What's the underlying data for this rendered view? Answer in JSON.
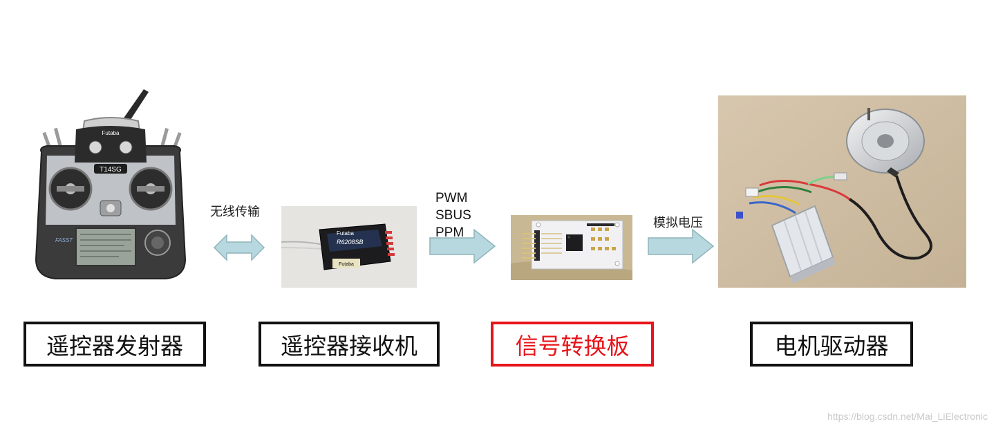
{
  "colors": {
    "arrow_fill": "#b7d8de",
    "arrow_stroke": "#8fb3bb",
    "highlight": "#e8141b",
    "border": "#111111"
  },
  "components": [
    {
      "label": "遥控器发射器",
      "icon": "rc-transmitter-icon",
      "highlight": false
    },
    {
      "label": "遥控器接收机",
      "icon": "rc-receiver-icon",
      "highlight": false
    },
    {
      "label": "信号转换板",
      "icon": "signal-converter-board-icon",
      "highlight": true
    },
    {
      "label": "电机驱动器",
      "icon": "motor-driver-icon",
      "highlight": false
    }
  ],
  "transmitter": {
    "brand": "Futaba",
    "model": "T14SG"
  },
  "receiver": {
    "brand": "Futaba",
    "model": "R6208SB"
  },
  "links": {
    "wireless": "无线传输",
    "signals": [
      "PWM",
      "SBUS",
      "PPM"
    ],
    "analog": "模拟电压"
  },
  "watermark": "https://blog.csdn.net/Mai_LiElectronic"
}
